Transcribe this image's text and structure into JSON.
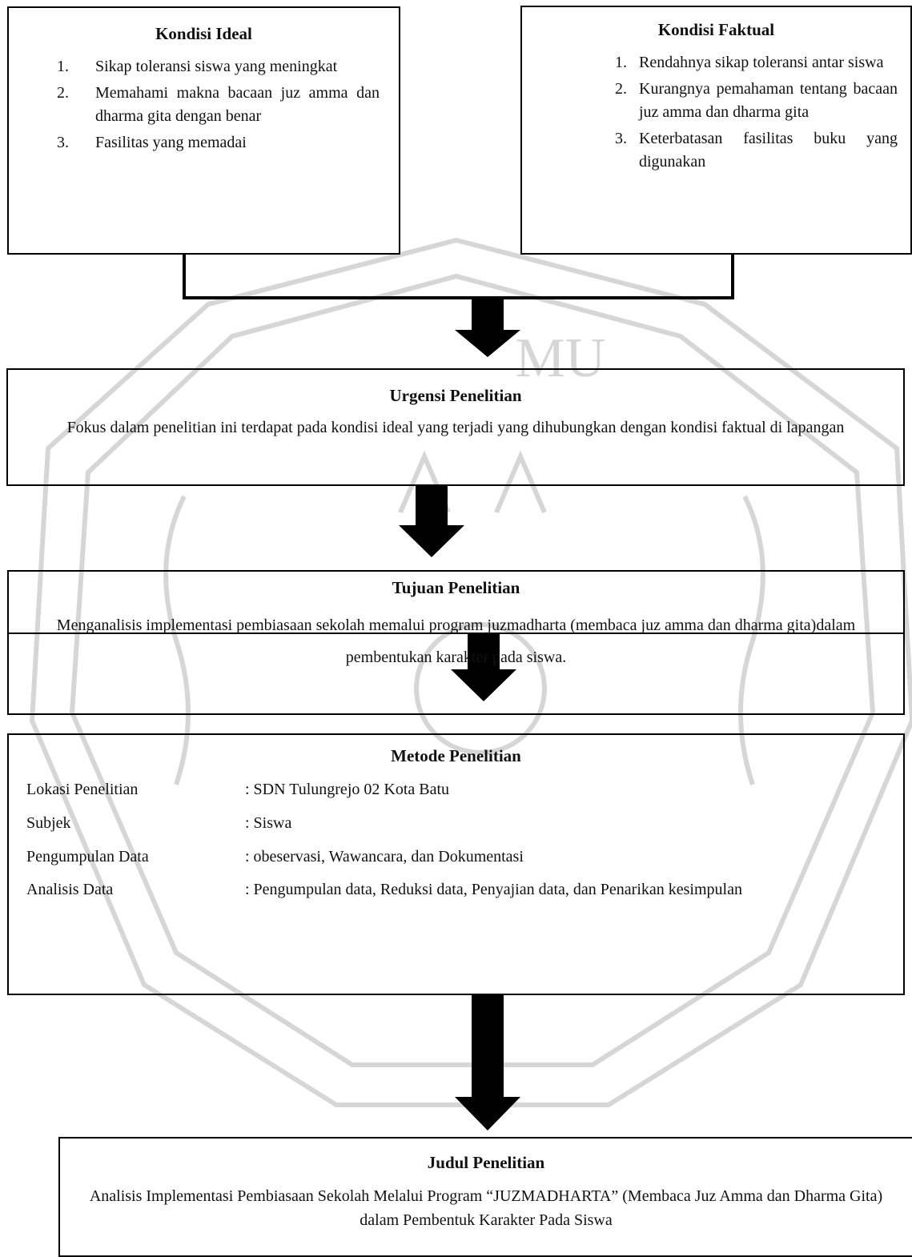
{
  "kondisi_ideal": {
    "title": "Kondisi Ideal",
    "items": [
      {
        "num": "1.",
        "text": "Sikap toleransi siswa yang meningkat"
      },
      {
        "num": "2.",
        "text": "Memahami makna bacaan juz amma dan dharma gita dengan benar"
      },
      {
        "num": "3.",
        "text": "Fasilitas yang memadai"
      }
    ]
  },
  "kondisi_faktual": {
    "title": "Kondisi Faktual",
    "items": [
      {
        "num": "1.",
        "text": "Rendahnya sikap toleransi antar siswa"
      },
      {
        "num": "2.",
        "text": "Kurangnya pemahaman tentang bacaan juz amma dan dharma gita"
      },
      {
        "num": "3.",
        "text": "Keterbatasan fasilitas buku yang digunakan"
      }
    ]
  },
  "urgensi": {
    "title": "Urgensi Penelitian",
    "text": "Fokus dalam penelitian ini terdapat pada kondisi ideal yang terjadi yang dihubungkan dengan kondisi faktual di lapangan"
  },
  "tujuan": {
    "title": "Tujuan Penelitian",
    "text": "Menganalisis implementasi pembiasaan sekolah memalui program juzmadharta (membaca juz amma dan dharma gita)dalam pembentukan karakter pada siswa."
  },
  "metode": {
    "title": "Metode Penelitian",
    "rows": [
      {
        "label": "Lokasi Penelitian",
        "value": ": SDN Tulungrejo 02 Kota Batu"
      },
      {
        "label": "Subjek",
        "value": ": Siswa"
      },
      {
        "label": "Pengumpulan Data",
        "value": ": obeservasi, Wawancara, dan Dokumentasi"
      },
      {
        "label": "Analisis Data",
        "value": ": Pengumpulan data, Reduksi data, Penyajian data, dan Penarikan kesimpulan"
      }
    ]
  },
  "judul": {
    "title": "Judul Penelitian",
    "text": "Analisis Implementasi Pembiasaan Sekolah Melalui Program “JUZMADHARTA” (Membaca Juz Amma dan Dharma Gita) dalam Pembentuk Karakter Pada Siswa"
  },
  "watermark": {
    "lettering": "MU",
    "color": "#c9c9c9"
  }
}
